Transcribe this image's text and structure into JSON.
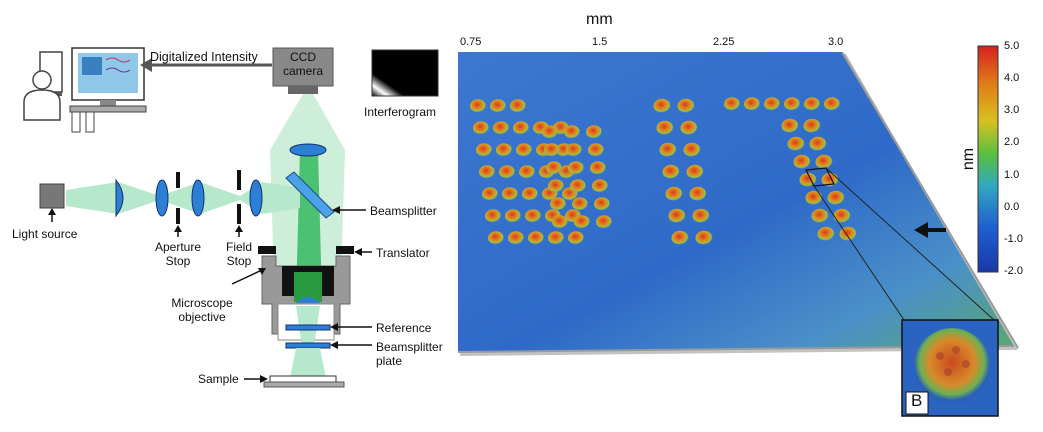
{
  "schematic": {
    "digitalized_intensity": "Digitalized Intensity",
    "ccd_camera": "CCD\ncamera",
    "interferogram": "Interferogram",
    "light_source": "Light source",
    "aperture_stop": "Aperture\nStop",
    "field_stop": "Field\nStop",
    "beamsplitter": "Beamsplitter",
    "translator": "Translator",
    "microscope_objective": "Microscope\nobjective",
    "reference": "Reference",
    "beamsplitter_plate": "Beamsplitter\nplate",
    "sample": "Sample"
  },
  "surface_map": {
    "axis_title": "mm",
    "x_ticks": [
      "0.75",
      "1.5",
      "2.25",
      "3.0"
    ],
    "colorbar": {
      "label": "nm",
      "ticks": [
        "5.0",
        "4.0",
        "3.0",
        "2.0",
        "1.0",
        "0.0",
        "-1.0",
        "-2.0"
      ],
      "min": -2.0,
      "max": 5.0,
      "colors": [
        "#d42020",
        "#e07a18",
        "#d8c020",
        "#58c040",
        "#30a8c0",
        "#2060d0",
        "#1838a8"
      ]
    },
    "inset_label": "B"
  }
}
